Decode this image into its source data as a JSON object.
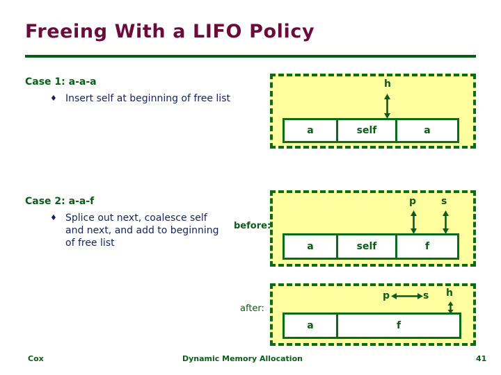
{
  "slide": {
    "title": "Freeing With a LIFO Policy",
    "accent_title_color": "#6b0b3c",
    "accent_green": "#0b5c16",
    "panel_fill": "#ffffa0"
  },
  "case1": {
    "heading": "Case 1: a-a-a",
    "bullet_mark": "♦",
    "bullet_text": "Insert self at beginning of free list",
    "diagram": {
      "blocks": [
        {
          "label": "a",
          "width": 80
        },
        {
          "label": "self",
          "width": 88
        },
        {
          "label": "a",
          "width": 92
        }
      ],
      "pointers": [
        {
          "name": "h",
          "kind": "vertical-double-arrow"
        }
      ]
    }
  },
  "case2": {
    "heading": "Case 2: a-a-f",
    "bullet_mark": "♦",
    "bullet_text": "Splice out next, coalesce self and next, and add to beginning of free list",
    "before_label": "before:",
    "after_label": "after:",
    "before_diagram": {
      "blocks": [
        {
          "label": "a",
          "width": 80
        },
        {
          "label": "self",
          "width": 88
        },
        {
          "label": "f",
          "width": 92
        }
      ],
      "pointers": [
        {
          "name": "p",
          "kind": "vertical-double-arrow"
        },
        {
          "name": "s",
          "kind": "vertical-double-arrow"
        }
      ]
    },
    "after_diagram": {
      "blocks": [
        {
          "label": "a",
          "width": 80
        },
        {
          "label": "f",
          "width": 180
        }
      ],
      "pointers": [
        {
          "name": "p",
          "kind": "horizontal-double-arrow-left"
        },
        {
          "name": "s",
          "kind": "horizontal-double-arrow-right"
        },
        {
          "name": "h",
          "kind": "vertical-double-arrow"
        }
      ]
    }
  },
  "footer": {
    "author": "Cox",
    "center": "Dynamic Memory Allocation",
    "page": "41"
  }
}
